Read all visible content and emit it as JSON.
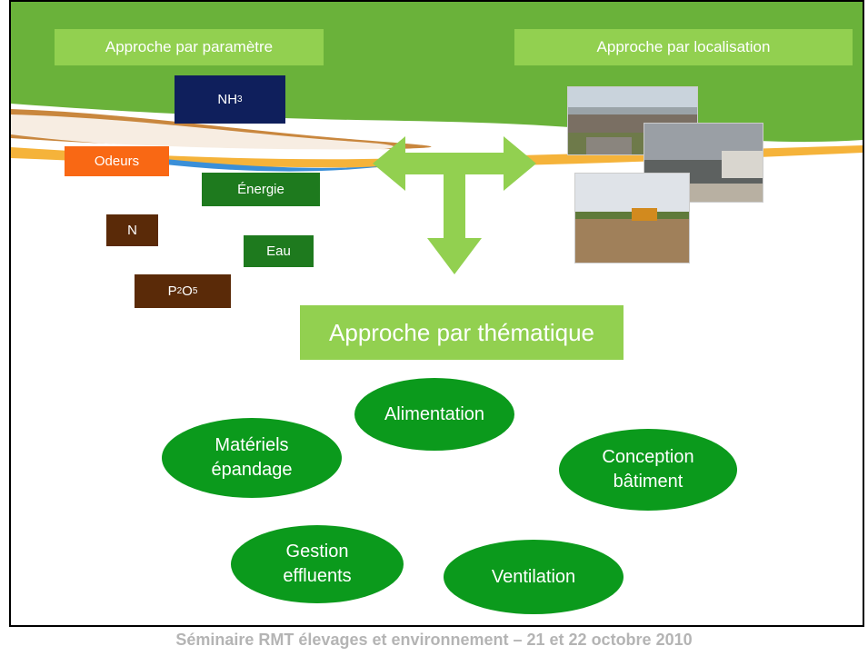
{
  "slide": {
    "header_left": "Approche par paramètre",
    "header_right": "Approche par localisation",
    "parameters": {
      "nh3": {
        "base": "NH",
        "sub": "3"
      },
      "odeurs": "Odeurs",
      "energie": "Énergie",
      "n": "N",
      "eau": "Eau",
      "p2o5": {
        "p": "P",
        "s1": "2",
        "o": "O",
        "s2": "5"
      }
    },
    "theme_title": "Approche par thématique",
    "themes": {
      "alimentation": "Alimentation",
      "materiels": "Matériels\népandage",
      "conception": "Conception\nbâtiment",
      "gestion": "Gestion\neffluents",
      "ventilation": "Ventilation"
    },
    "colors": {
      "header_green": "#92d050",
      "ellipse_green": "#0b9a1c",
      "arrow_green": "#92d050",
      "navy": "#0f1f5c",
      "orange": "#f96814",
      "dark_green": "#1e7a1e",
      "brown": "#5a2a08"
    }
  },
  "footer": "Séminaire RMT élevages et environnement – 21 et 22 octobre 2010"
}
